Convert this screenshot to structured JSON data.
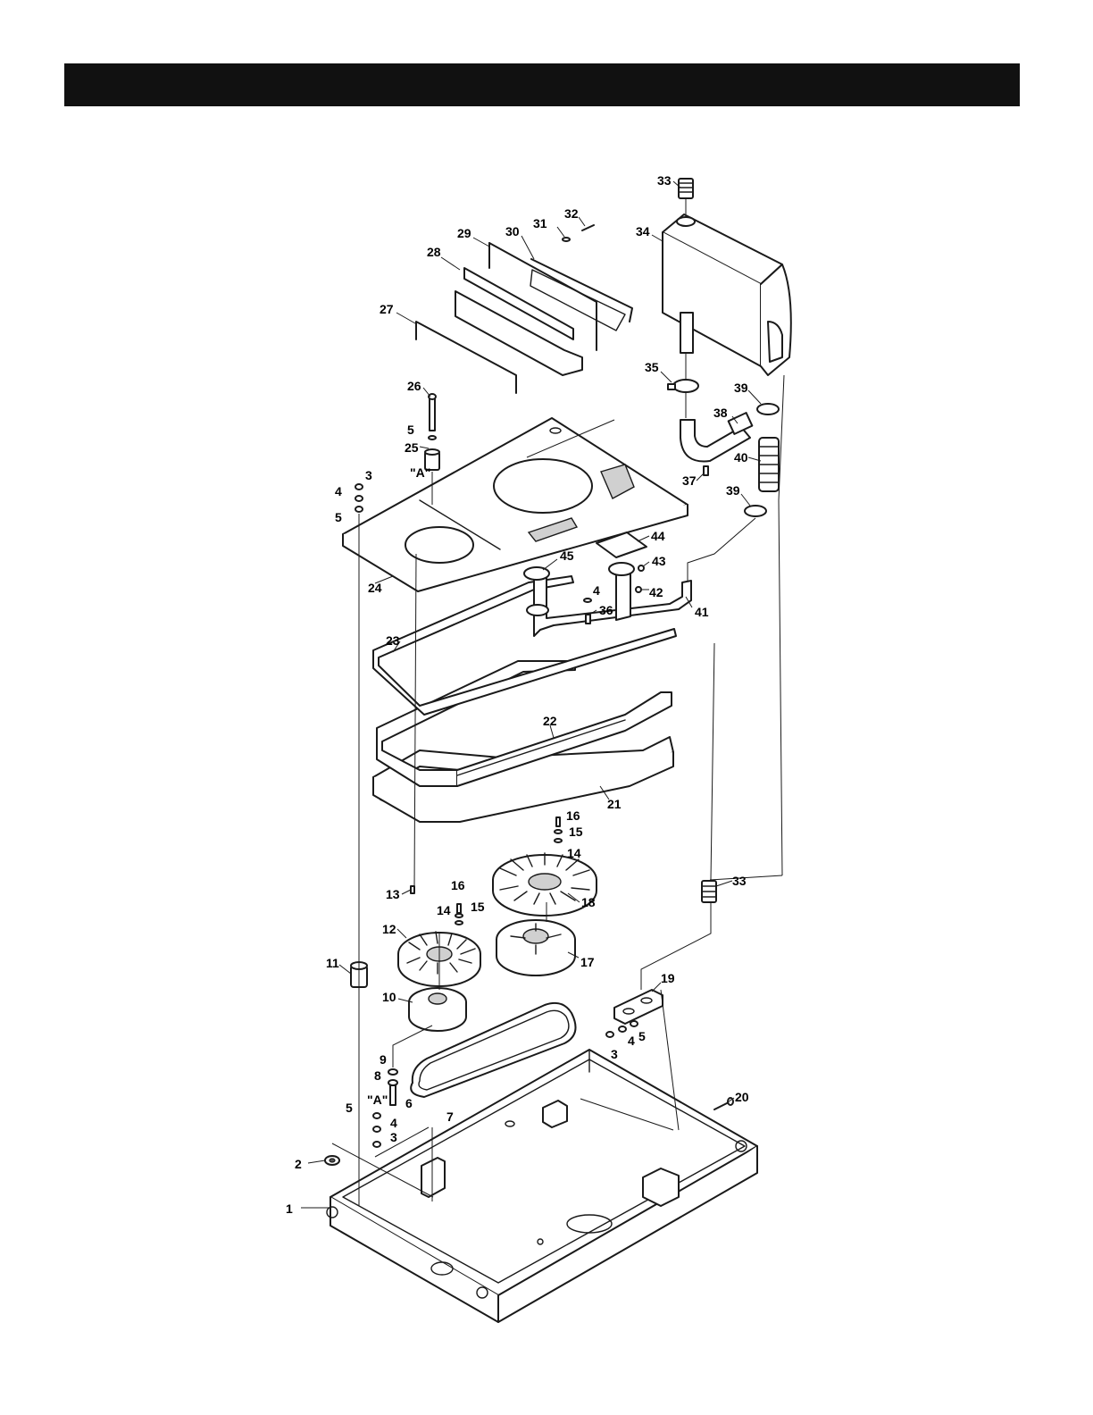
{
  "header": {
    "bar_color": "#111111"
  },
  "callouts": [
    {
      "id": "c1",
      "text": "1"
    },
    {
      "id": "c2",
      "text": "2"
    },
    {
      "id": "c3a",
      "text": "3"
    },
    {
      "id": "c3b",
      "text": "3"
    },
    {
      "id": "c3c",
      "text": "3"
    },
    {
      "id": "c4a",
      "text": "4"
    },
    {
      "id": "c4b",
      "text": "4"
    },
    {
      "id": "c4c",
      "text": "4"
    },
    {
      "id": "c4d",
      "text": "4"
    },
    {
      "id": "c5a",
      "text": "5"
    },
    {
      "id": "c5b",
      "text": "5"
    },
    {
      "id": "c5c",
      "text": "5"
    },
    {
      "id": "c5d",
      "text": "5"
    },
    {
      "id": "c6",
      "text": "6"
    },
    {
      "id": "c7",
      "text": "7"
    },
    {
      "id": "c8",
      "text": "8"
    },
    {
      "id": "c9",
      "text": "9"
    },
    {
      "id": "c10",
      "text": "10"
    },
    {
      "id": "c11",
      "text": "11"
    },
    {
      "id": "c12",
      "text": "12"
    },
    {
      "id": "c13",
      "text": "13"
    },
    {
      "id": "c14a",
      "text": "14"
    },
    {
      "id": "c14b",
      "text": "14"
    },
    {
      "id": "c15a",
      "text": "15"
    },
    {
      "id": "c15b",
      "text": "15"
    },
    {
      "id": "c16a",
      "text": "16"
    },
    {
      "id": "c16b",
      "text": "16"
    },
    {
      "id": "c17",
      "text": "17"
    },
    {
      "id": "c18",
      "text": "18"
    },
    {
      "id": "c19",
      "text": "19"
    },
    {
      "id": "c20",
      "text": "20"
    },
    {
      "id": "c21",
      "text": "21"
    },
    {
      "id": "c22",
      "text": "22"
    },
    {
      "id": "c23",
      "text": "23"
    },
    {
      "id": "c24",
      "text": "24"
    },
    {
      "id": "c25",
      "text": "25"
    },
    {
      "id": "c26",
      "text": "26"
    },
    {
      "id": "c27",
      "text": "27"
    },
    {
      "id": "c28",
      "text": "28"
    },
    {
      "id": "c29",
      "text": "29"
    },
    {
      "id": "c30",
      "text": "30"
    },
    {
      "id": "c31",
      "text": "31"
    },
    {
      "id": "c32",
      "text": "32"
    },
    {
      "id": "c33a",
      "text": "33"
    },
    {
      "id": "c33b",
      "text": "33"
    },
    {
      "id": "c34",
      "text": "34"
    },
    {
      "id": "c35",
      "text": "35"
    },
    {
      "id": "c36",
      "text": "36"
    },
    {
      "id": "c37",
      "text": "37"
    },
    {
      "id": "c38",
      "text": "38"
    },
    {
      "id": "c39a",
      "text": "39"
    },
    {
      "id": "c39b",
      "text": "39"
    },
    {
      "id": "c40",
      "text": "40"
    },
    {
      "id": "c41",
      "text": "41"
    },
    {
      "id": "c42",
      "text": "42"
    },
    {
      "id": "c43",
      "text": "43"
    },
    {
      "id": "c44",
      "text": "44"
    },
    {
      "id": "c45",
      "text": "45"
    },
    {
      "id": "cAa",
      "text": "\"A\""
    },
    {
      "id": "cAb",
      "text": "\"A\""
    }
  ]
}
